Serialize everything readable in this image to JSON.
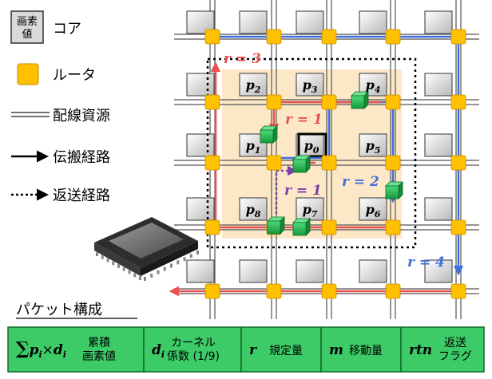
{
  "legend": {
    "core_glyph": "画素\n値",
    "core_label": "コア",
    "router_label": "ルータ",
    "wiring_label": "配線資源",
    "propagation_label": "伝搬経路",
    "return_label": "返送経路"
  },
  "pixels": [
    "p2",
    "p3",
    "p4",
    "p1",
    "p0",
    "p5",
    "p8",
    "p7",
    "p6"
  ],
  "radius_labels": {
    "r3": "r = 3",
    "r1_red": "r = 1",
    "r2": "r = 2",
    "r1_purple": "r = 1",
    "r4": "r = 4"
  },
  "packet": {
    "title": "パケット構成",
    "fields": [
      {
        "symbol": "∑pi×di",
        "label": "累積\n画素値"
      },
      {
        "symbol": "di",
        "label": "カーネル\n係数 (1/9)"
      },
      {
        "symbol": "r",
        "label": "規定量"
      },
      {
        "symbol": "m",
        "label": "移動量"
      },
      {
        "symbol": "rtn",
        "label": "返送\nフラグ"
      }
    ]
  },
  "colors": {
    "router": "#FFC000",
    "router_stroke": "#C98A00",
    "red_route": "#E8514F",
    "blue_route": "#3F6FDC",
    "purple_route": "#7B3FA8",
    "packet_green": "#22B14C",
    "field_green": "#3DCB67",
    "highlight": "#FCE8C6",
    "core_fill": "#D9D9D9"
  }
}
